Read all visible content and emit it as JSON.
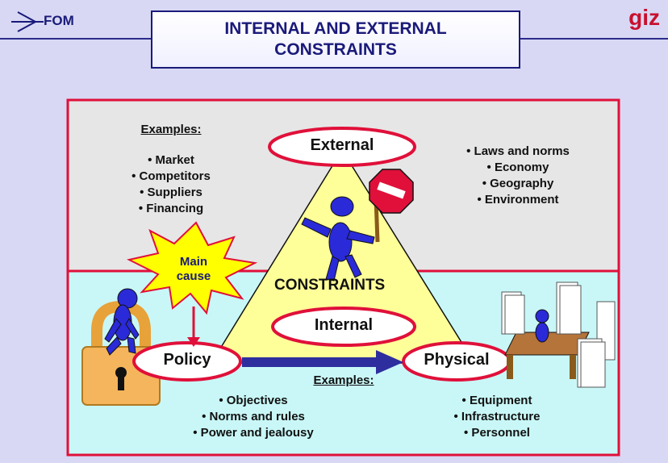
{
  "header": {
    "logo_left": "FOM",
    "logo_right": "giz",
    "title": "INTERNAL AND EXTERNAL\nCONSTRAINTS"
  },
  "external": {
    "label": "External",
    "examples_heading": "Examples:",
    "examples_left": [
      "• Market",
      "• Competitors",
      "• Suppliers",
      "• Financing"
    ],
    "examples_right": [
      "• Laws and norms",
      "• Economy",
      "• Geography",
      "• Environment"
    ]
  },
  "center": {
    "constraints": "CONSTRAINTS",
    "internal": "Internal",
    "main_cause": [
      "Main",
      "cause"
    ]
  },
  "internal": {
    "policy": "Policy",
    "physical": "Physical",
    "examples_heading": "Examples:",
    "policy_examples": [
      "• Objectives",
      "• Norms and rules",
      "• Power and jealousy"
    ],
    "physical_examples": [
      "• Equipment",
      "• Infrastructure",
      "• Personnel"
    ]
  },
  "colors": {
    "background": "#d8d8f4",
    "external_panel": "#e6e6e6",
    "internal_panel": "#c9f7f7",
    "border": "#e0103a",
    "triangle": "#ffff99",
    "arrow": "#2e2e9e",
    "starburst": "#ffff00",
    "figure": "#2a2ad8"
  }
}
